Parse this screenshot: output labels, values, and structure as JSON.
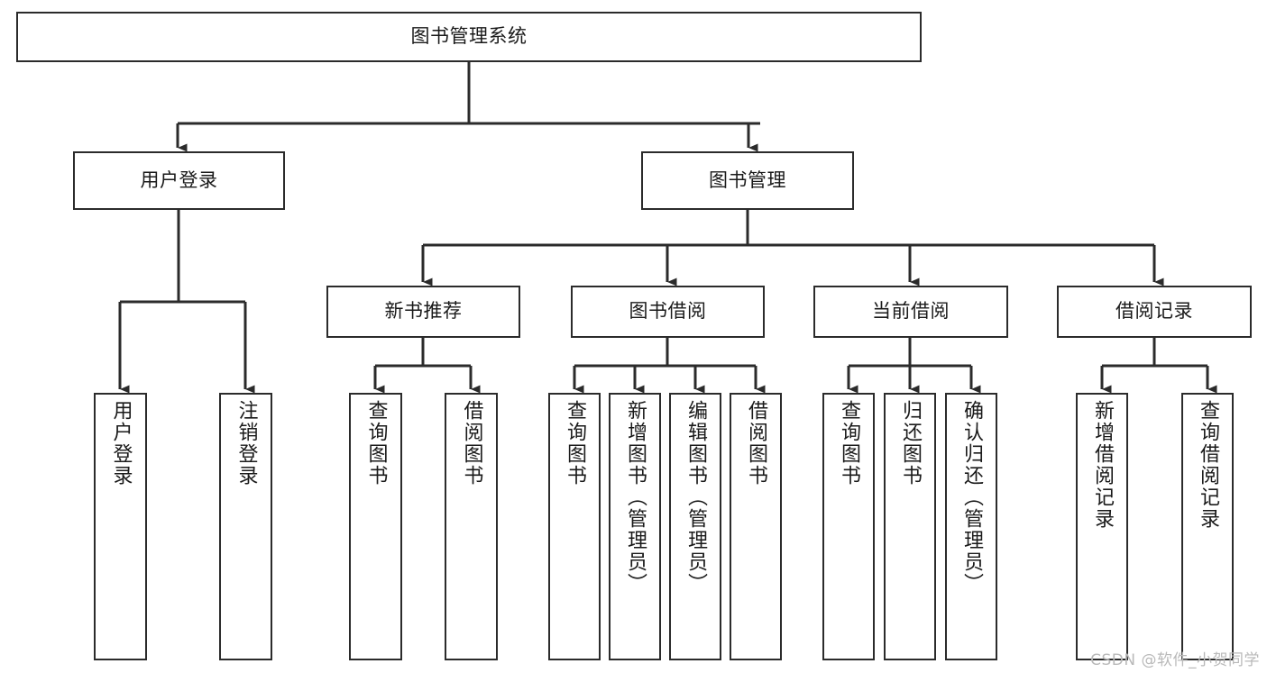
{
  "diagram": {
    "type": "tree-hierarchy-chart",
    "title": "图书管理系统",
    "watermark": "CSDN @软件_小贺同学",
    "colors": {
      "box_border": "#2b2b2b",
      "box_fill": "#ffffff",
      "connector": "#2b2b2b",
      "text": "#1a1a1a",
      "watermark": "#b9b9b9",
      "background": "#ffffff"
    },
    "levels": {
      "root": {
        "label": "图书管理系统"
      },
      "level2": [
        {
          "label": "用户登录"
        },
        {
          "label": "图书管理"
        }
      ],
      "level3": [
        {
          "label": "新书推荐"
        },
        {
          "label": "图书借阅"
        },
        {
          "label": "当前借阅"
        },
        {
          "label": "借阅记录"
        }
      ],
      "leaves": [
        {
          "label": "用户登录",
          "parent": "用户登录"
        },
        {
          "label": "注销登录",
          "parent": "用户登录"
        },
        {
          "label": "查询图书",
          "parent": "新书推荐"
        },
        {
          "label": "借阅图书",
          "parent": "新书推荐"
        },
        {
          "label": "查询图书",
          "parent": "图书借阅"
        },
        {
          "label": "新增图书（管理员）",
          "parent": "图书借阅"
        },
        {
          "label": "编辑图书（管理员）",
          "parent": "图书借阅"
        },
        {
          "label": "借阅图书",
          "parent": "图书借阅"
        },
        {
          "label": "查询图书",
          "parent": "当前借阅"
        },
        {
          "label": "归还图书",
          "parent": "当前借阅"
        },
        {
          "label": "确认归还（管理员）",
          "parent": "当前借阅"
        },
        {
          "label": "新增借阅记录",
          "parent": "借阅记录"
        },
        {
          "label": "查询借阅记录",
          "parent": "借阅记录"
        }
      ]
    }
  }
}
